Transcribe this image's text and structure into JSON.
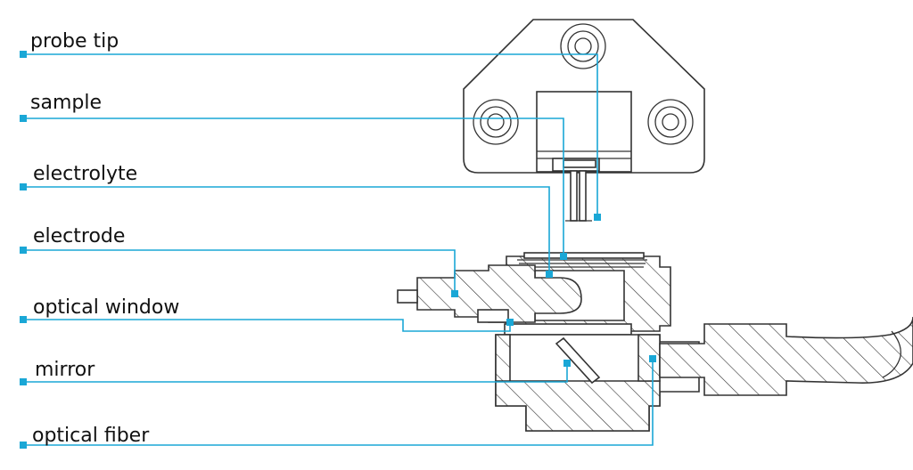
{
  "diagram": {
    "accent_color": "#1aa7d6",
    "line_color": "#333333",
    "labels": {
      "probe_tip": "probe tip",
      "sample": "sample",
      "electrolyte": "electrolyte",
      "electrode": "electrode",
      "optical_window": "optical window",
      "mirror": "mirror",
      "optical_fiber": "optical fiber"
    }
  }
}
